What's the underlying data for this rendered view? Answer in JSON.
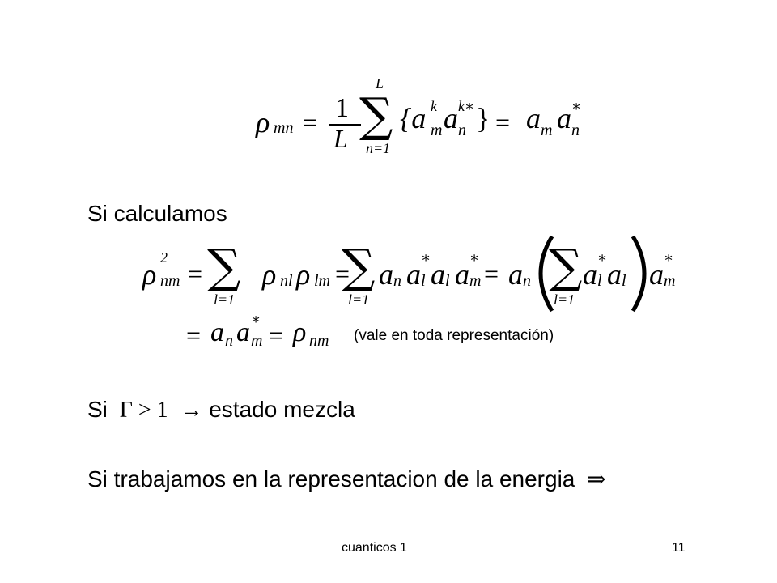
{
  "slide": {
    "heading_calc": "Si calculamos",
    "note": "(vale en toda representación)",
    "mix_prefix": "Si",
    "mix_suffix": "estado mezcla",
    "energy_line": "Si trabajamos en la representacion de la energia",
    "footer_left": "cuanticos 1",
    "page_number": "11"
  }
}
